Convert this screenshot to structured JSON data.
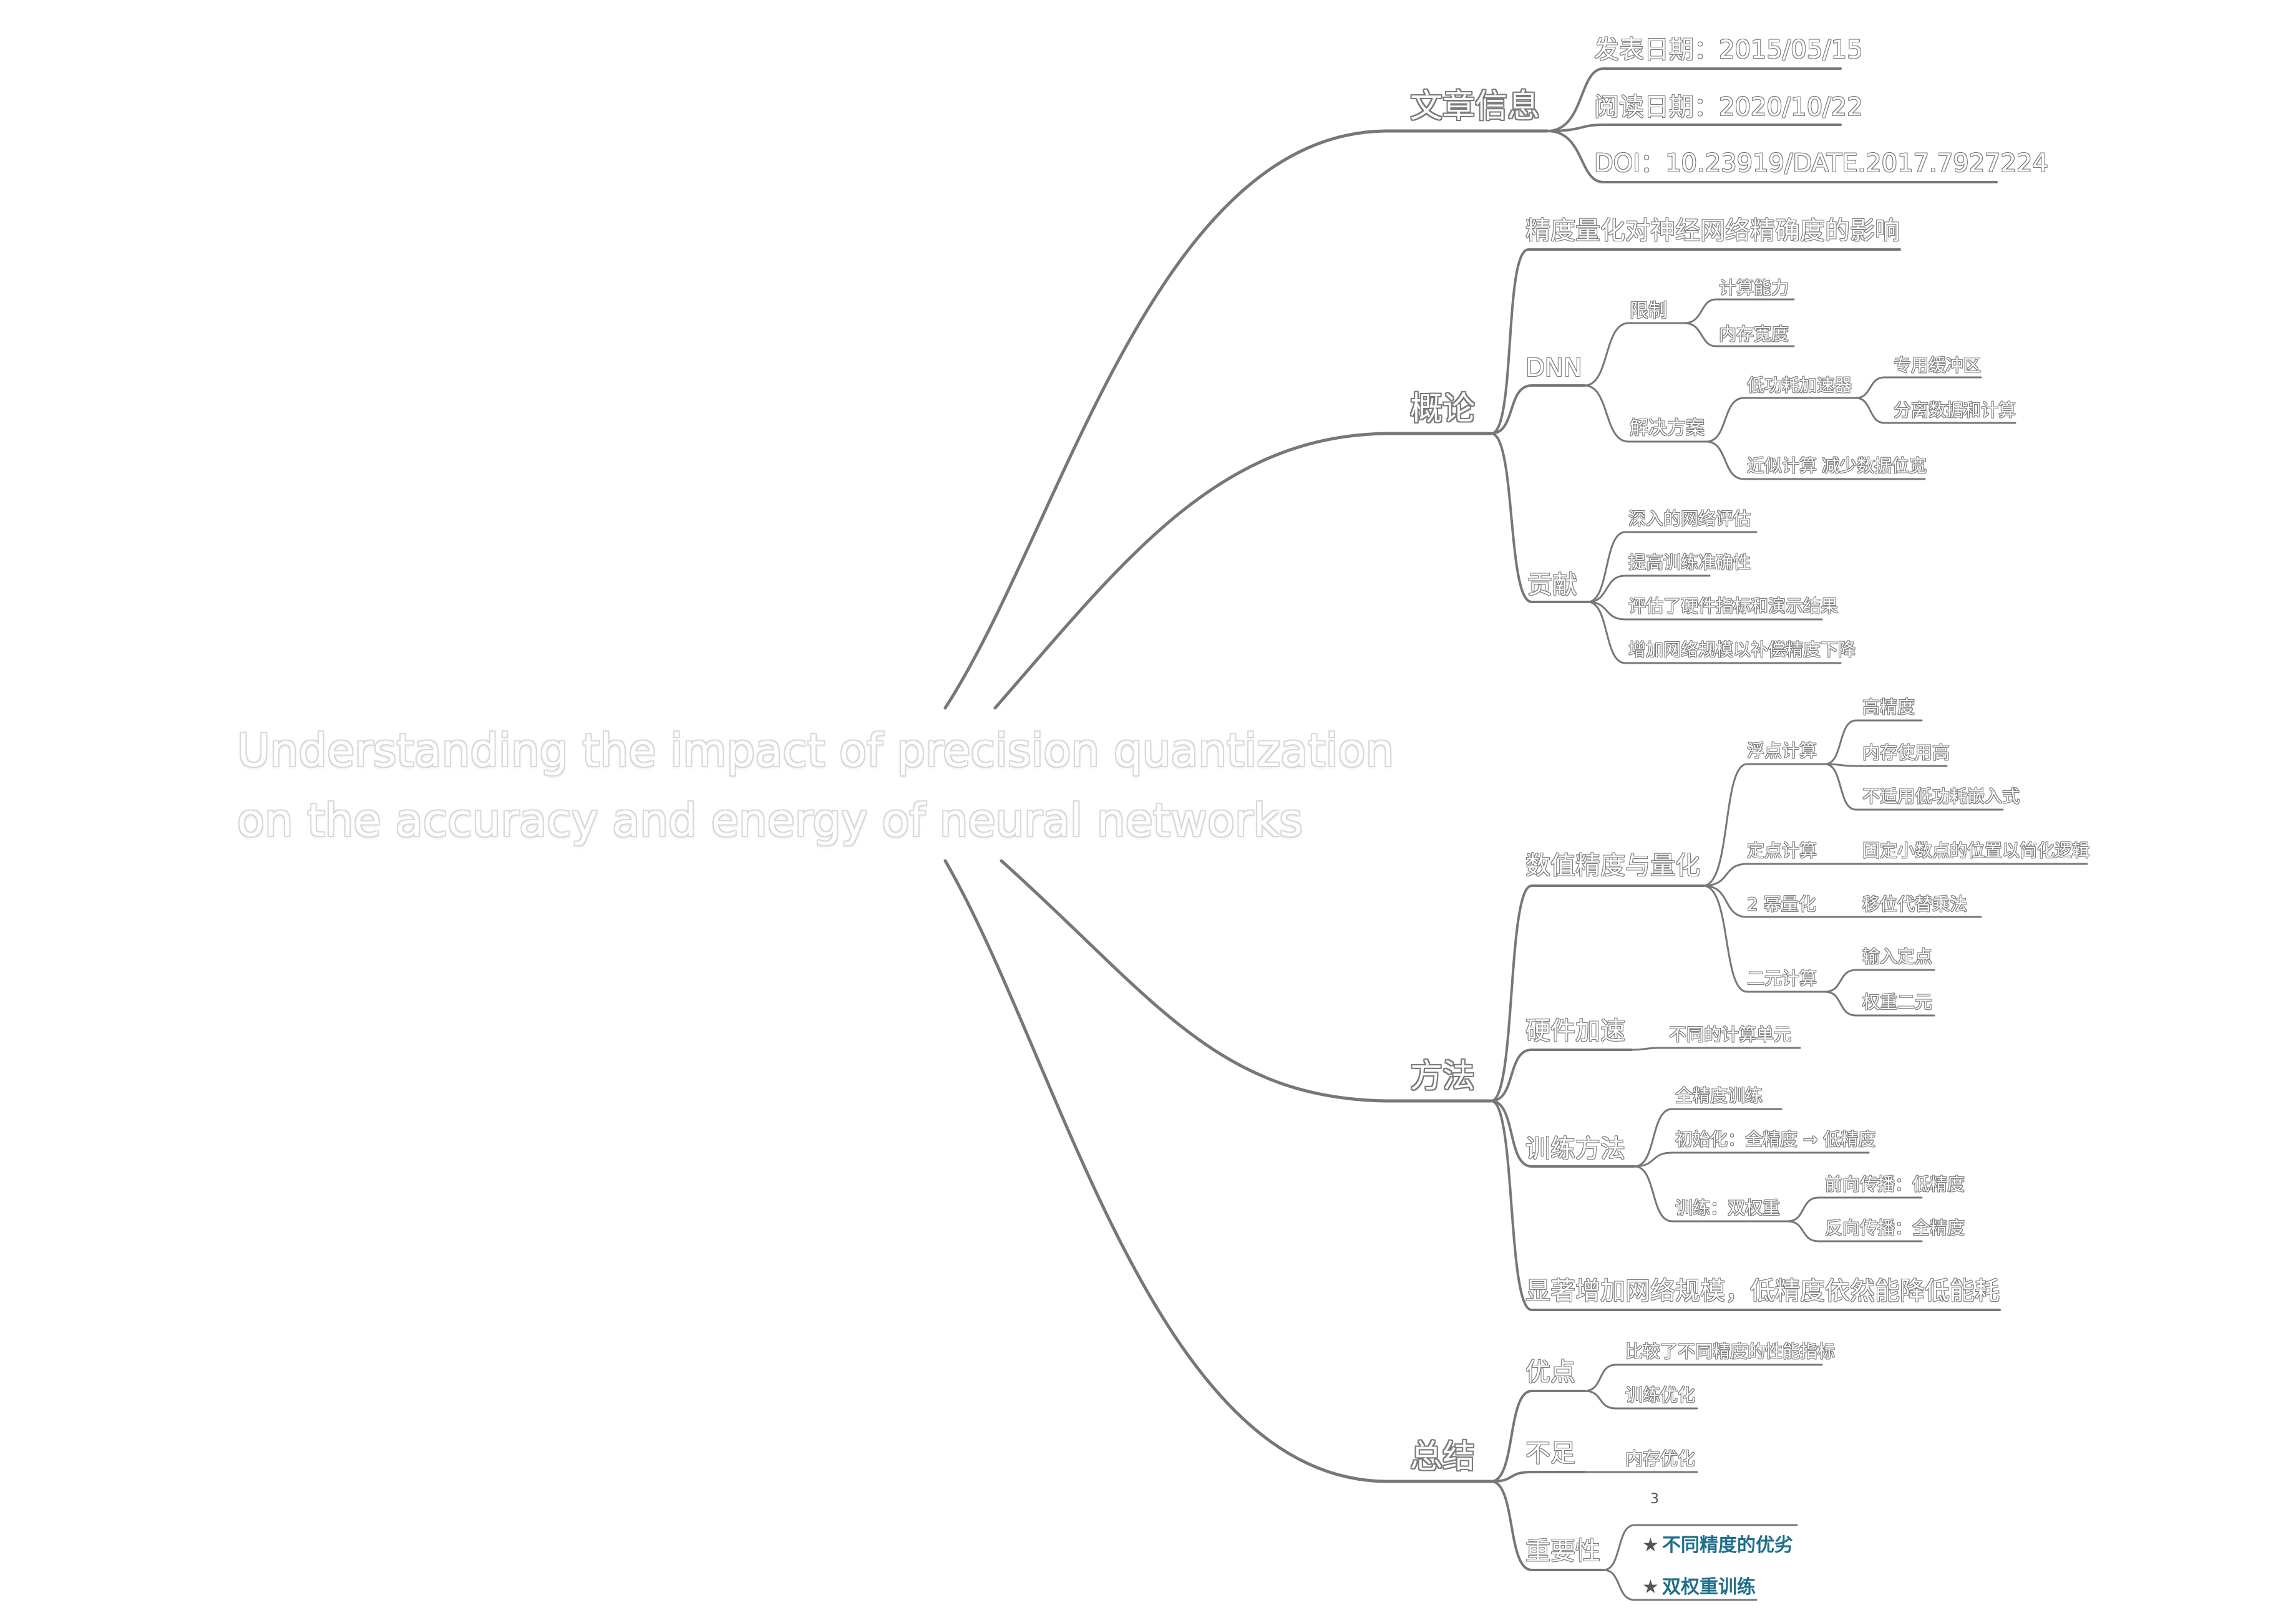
{
  "root": {
    "line1": "Understanding the impact of precision quantization",
    "line2": "on the accuracy and energy of neural networks"
  },
  "branches": {
    "article_info": {
      "label": "文章信息",
      "items": [
        "发表日期：2015/05/15",
        "阅读日期：2020/10/22",
        "DOI：10.23919/DATE.2017.7927224"
      ]
    },
    "overview": {
      "label": "概论",
      "topic": "精度量化对神经网络精确度的影响",
      "dnn": {
        "label": "DNN",
        "limits": {
          "label": "限制",
          "items": [
            "计算能力",
            "内存宽度"
          ]
        },
        "solutions": {
          "label": "解决方案",
          "low_power": {
            "label": "低功耗加速器",
            "items": [
              "专用缓冲区",
              "分离数据和计算"
            ]
          },
          "approx": {
            "label": "近似计算",
            "item": "减少数据位宽"
          }
        }
      },
      "contribution": {
        "label": "贡献",
        "items": [
          "深入的网络评估",
          "提高训练准确性",
          "评估了硬件指标和演示结果",
          "增加网络规模以补偿精度下降"
        ]
      }
    },
    "method": {
      "label": "方法",
      "numeric": {
        "label": "数值精度与量化",
        "float": {
          "label": "浮点计算",
          "items": [
            "高精度",
            "内存使用高",
            "不适用低功耗嵌入式"
          ]
        },
        "fixed": {
          "label": "定点计算",
          "item": "固定小数点的位置以简化逻辑"
        },
        "pow2": {
          "label": "2 幂量化",
          "item": "移位代替乘法"
        },
        "binary": {
          "label": "二元计算",
          "items": [
            "输入定点",
            "权重二元"
          ]
        }
      },
      "hardware": {
        "label": "硬件加速",
        "item": "不同的计算单元"
      },
      "training": {
        "label": "训练方法",
        "items": [
          "全精度训练",
          "初始化：全精度 → 低精度"
        ],
        "dual": {
          "label": "训练：双权重",
          "items": [
            "前向传播：低精度",
            "反向传播：全精度"
          ]
        }
      },
      "conclusion": "显著增加网络规模，低精度依然能降低能耗"
    },
    "summary": {
      "label": "总结",
      "pros": {
        "label": "优点",
        "items": [
          "比较了不同精度的性能指标",
          "训练优化"
        ]
      },
      "cons": {
        "label": "不足",
        "item": "内存优化"
      },
      "importance": {
        "label": "重要性",
        "badge": "3",
        "items": [
          "不同精度的优劣",
          "双权重训练"
        ]
      }
    }
  },
  "icons": {
    "favorite": "star-icon"
  },
  "colors": {
    "line": "#7a7a7a",
    "favorite_text": "#1f6e8c"
  }
}
